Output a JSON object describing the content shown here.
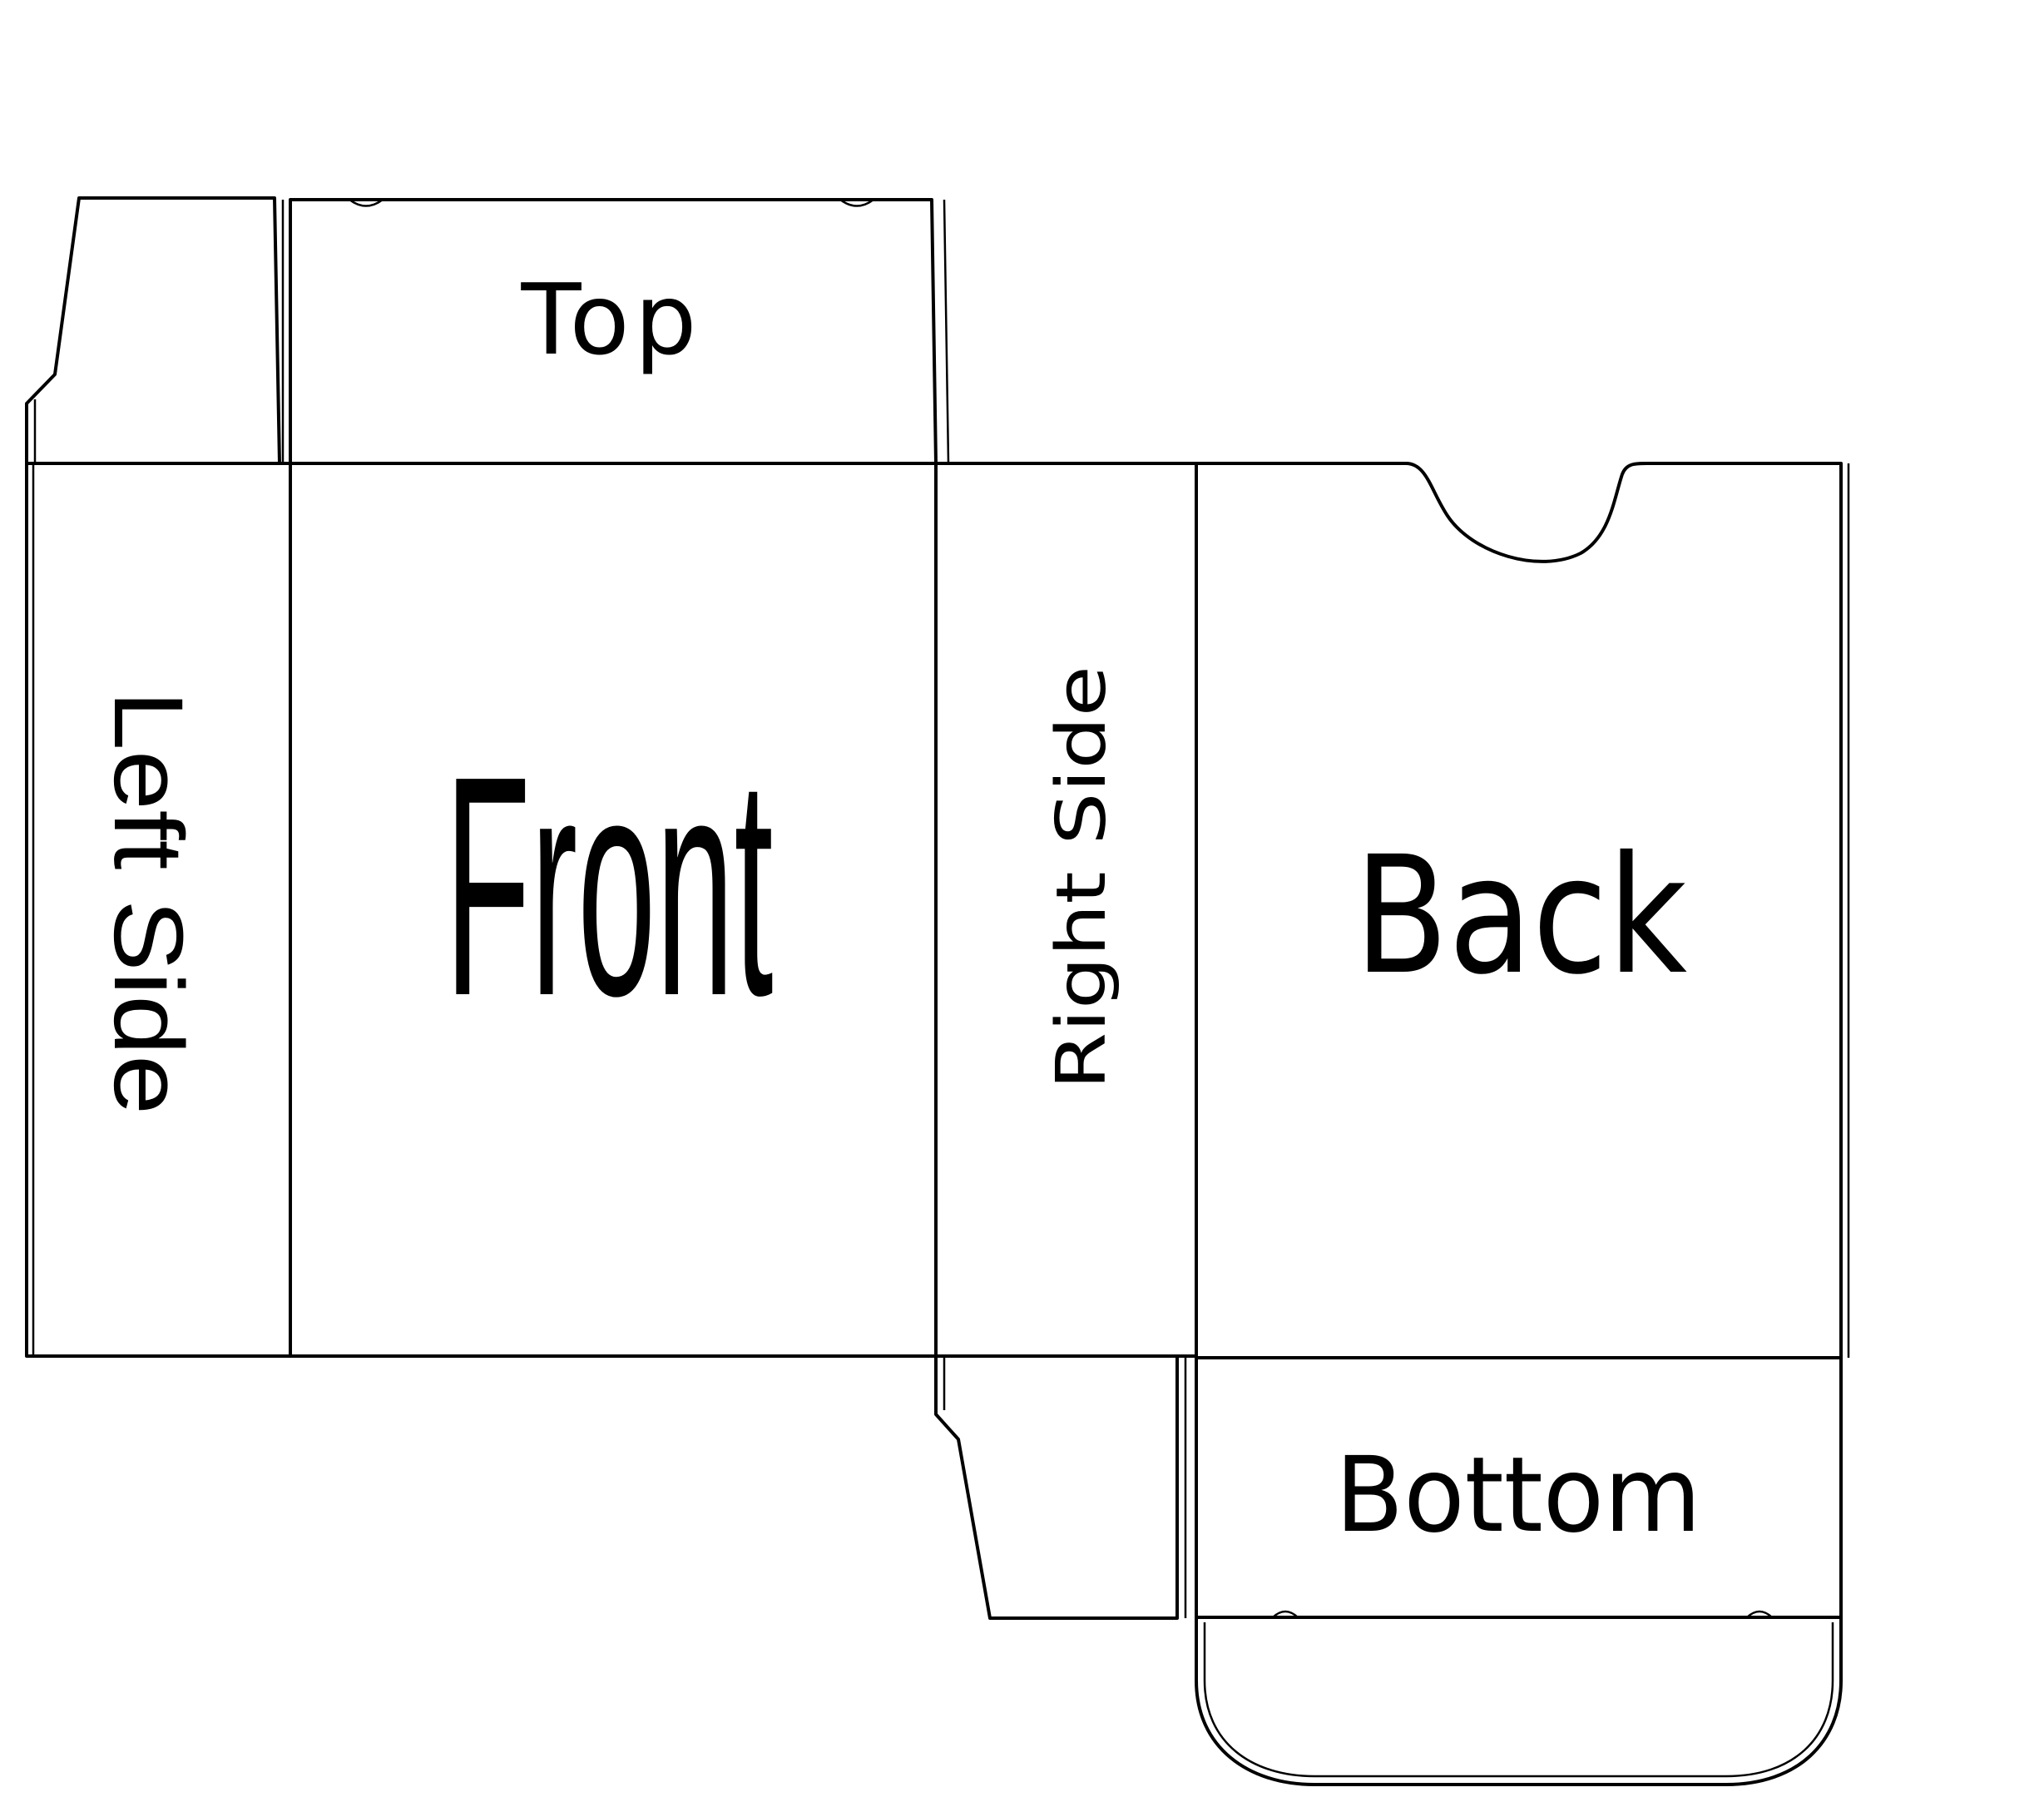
{
  "labels": {
    "top": "Top",
    "left_side": "Left Side",
    "front": "Front",
    "right_side": "Right Side",
    "back": "Back",
    "bottom": "Bottom"
  },
  "colors": {
    "line": "#000000",
    "background": "#ffffff"
  }
}
